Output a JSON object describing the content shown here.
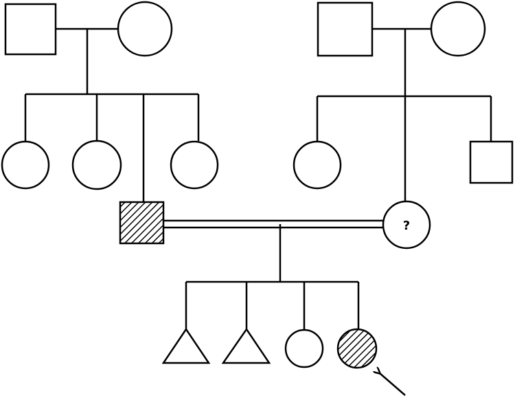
{
  "diagram": {
    "type": "pedigree",
    "colors": {
      "line": "#000000",
      "unaffected_fill": "#ffffff",
      "affected_hatch": "#000000"
    },
    "generations": [
      {
        "level": 1,
        "individuals": [
          {
            "id": "paternal-grandfather",
            "sex": "male",
            "affected": false
          },
          {
            "id": "paternal-grandmother",
            "sex": "female",
            "affected": false
          },
          {
            "id": "maternal-grandfather",
            "sex": "male",
            "affected": false
          },
          {
            "id": "maternal-grandmother",
            "sex": "female",
            "affected": false
          }
        ]
      },
      {
        "level": 2,
        "individuals": [
          {
            "id": "paternal-aunt-1",
            "sex": "female",
            "affected": false
          },
          {
            "id": "paternal-aunt-2",
            "sex": "female",
            "affected": false
          },
          {
            "id": "father",
            "sex": "male",
            "affected": true
          },
          {
            "id": "paternal-aunt-3",
            "sex": "female",
            "affected": false
          },
          {
            "id": "maternal-aunt",
            "sex": "female",
            "affected": false
          },
          {
            "id": "mother",
            "sex": "female",
            "affected": "unknown",
            "label": "?"
          },
          {
            "id": "maternal-uncle",
            "sex": "male",
            "affected": false
          }
        ],
        "relationships": [
          {
            "partners": [
              "father",
              "mother"
            ],
            "consanguineous": true
          }
        ]
      },
      {
        "level": 3,
        "individuals": [
          {
            "id": "pregnancy-loss-1",
            "sex": "unknown",
            "symbol": "triangle",
            "affected": false
          },
          {
            "id": "pregnancy-loss-2",
            "sex": "unknown",
            "symbol": "triangle",
            "affected": false
          },
          {
            "id": "sister",
            "sex": "female",
            "affected": false
          },
          {
            "id": "proband",
            "sex": "female",
            "affected": true,
            "proband": true
          }
        ]
      }
    ]
  }
}
